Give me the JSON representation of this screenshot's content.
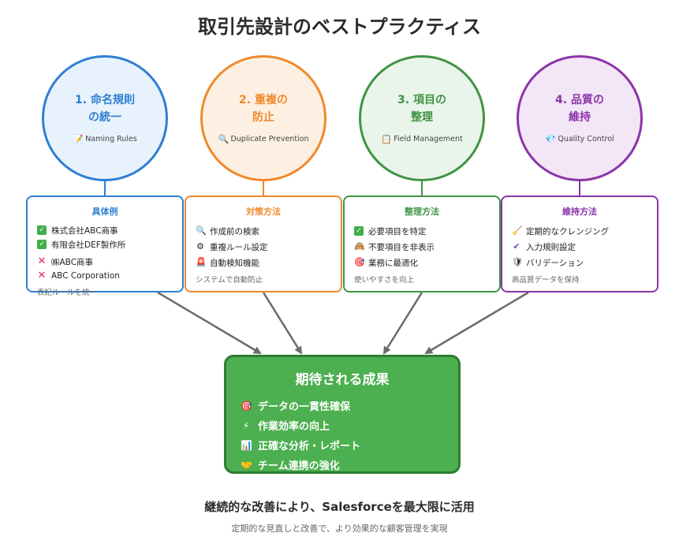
{
  "title": "取引先設計のベストプラクティス",
  "colors": {
    "blue": "#2f7fd1",
    "orange": "#f0892b",
    "green": "#3f9443",
    "purple": "#8b34a8",
    "result_fill": "#4caf50",
    "result_border": "#2e7d32",
    "arrow": "#6b6b6b"
  },
  "pillars": [
    {
      "title": "1. 命名規則\nの統一",
      "subtitle_icon": "memo-icon",
      "subtitle": "Naming Rules",
      "card_title": "具体例",
      "items": [
        {
          "icon": "check-icon",
          "text": "株式会社ABC商事"
        },
        {
          "icon": "check-icon",
          "text": "有限会社DEF製作所"
        },
        {
          "icon": "cross-icon",
          "text": "㈱ABC商事"
        },
        {
          "icon": "cross-icon",
          "text": "ABC Corporation"
        }
      ],
      "footer": "表記ルールを統一"
    },
    {
      "title": "2. 重複の\n防止",
      "subtitle_icon": "magnifier-icon",
      "subtitle": "Duplicate Prevention",
      "card_title": "対策方法",
      "items": [
        {
          "icon": "magnifier-icon",
          "text": "作成前の検索"
        },
        {
          "icon": "gear-icon",
          "text": "重複ルール設定"
        },
        {
          "icon": "alarm-icon",
          "text": "自動検知機能"
        }
      ],
      "footer": "システムで自動防止"
    },
    {
      "title": "3. 項目の\n整理",
      "subtitle_icon": "clipboard-icon",
      "subtitle": "Field Management",
      "card_title": "整理方法",
      "items": [
        {
          "icon": "check-icon",
          "text": "必要項目を特定"
        },
        {
          "icon": "hidden-icon",
          "text": "不要項目を非表示"
        },
        {
          "icon": "target-icon",
          "text": "業務に最適化"
        }
      ],
      "footer": "使いやすさを向上"
    },
    {
      "title": "4. 品質の\n維持",
      "subtitle_icon": "diamond-icon",
      "subtitle": "Quality Control",
      "card_title": "維持方法",
      "items": [
        {
          "icon": "broom-icon",
          "text": "定期的なクレンジング"
        },
        {
          "icon": "checkmark-icon",
          "text": "入力規則設定"
        },
        {
          "icon": "shield-icon",
          "text": "バリデーション"
        }
      ],
      "footer": "高品質データを保持"
    }
  ],
  "result": {
    "title": "期待される成果",
    "items": [
      {
        "icon": "target-icon",
        "text": "データの一貫性確保"
      },
      {
        "icon": "lightning-icon",
        "text": "作業効率の向上"
      },
      {
        "icon": "chart-icon",
        "text": "正確な分析・レポート"
      },
      {
        "icon": "handshake-icon",
        "text": "チーム連携の強化"
      }
    ]
  },
  "conclusion": {
    "title": "継続的な改善により、Salesforceを最大限に活用",
    "subtitle": "定期的な見直しと改善で、より効果的な顧客管理を実現"
  }
}
